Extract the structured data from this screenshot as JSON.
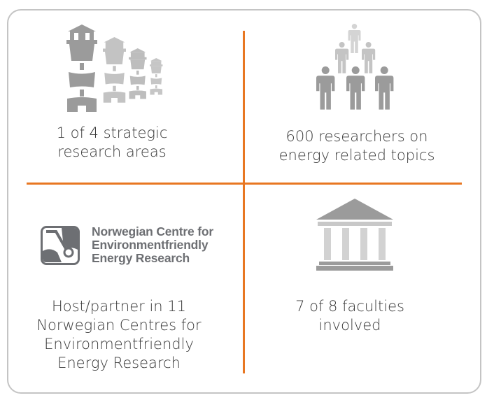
{
  "colors": {
    "divider": "#e87722",
    "icon_dark": "#9b9b9b",
    "icon_light": "#c8c8c8",
    "logo": "#6d6f73"
  },
  "quadrants": [
    {
      "icon": "lighthouses-icon",
      "lines": [
        "1 of 4 strategic",
        "research areas"
      ]
    },
    {
      "icon": "people-pyramid-icon",
      "lines": [
        "600 researchers on",
        "energy related topics"
      ]
    },
    {
      "icon": "fme-logo",
      "logo_lines": [
        "Norwegian Centre for",
        "Environmentfriendly",
        "Energy Research"
      ],
      "lines": [
        "Host/partner in 11",
        "Norwegian Centres for",
        "Environmentfriendly",
        "Energy Research"
      ]
    },
    {
      "icon": "university-building-icon",
      "lines": [
        "7 of 8 faculties",
        "involved"
      ]
    }
  ]
}
